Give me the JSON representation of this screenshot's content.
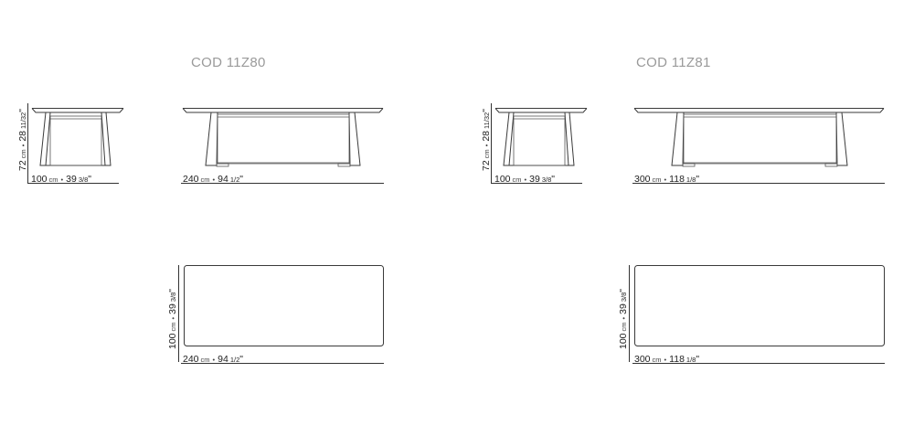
{
  "products": [
    {
      "code": "COD 11Z80",
      "side_height": {
        "value": "72",
        "unit": "cm",
        "sep": "•",
        "inch": "28",
        "frac": "11/32",
        "mark": "\""
      },
      "side_width": {
        "value": "100",
        "unit": "cm",
        "sep": "•",
        "inch": "39",
        "frac": "3/8",
        "mark": "\""
      },
      "front_width": {
        "value": "240",
        "unit": "cm",
        "sep": "•",
        "inch": "94",
        "frac": "1/2",
        "mark": "\""
      },
      "top_depth": {
        "value": "100",
        "unit": "cm",
        "sep": "•",
        "inch": "39",
        "frac": "3/8",
        "mark": "\""
      },
      "top_width": {
        "value": "240",
        "unit": "cm",
        "sep": "•",
        "inch": "94",
        "frac": "1/2",
        "mark": "\""
      }
    },
    {
      "code": "COD 11Z81",
      "side_height": {
        "value": "72",
        "unit": "cm",
        "sep": "•",
        "inch": "28",
        "frac": "11/32",
        "mark": "\""
      },
      "side_width": {
        "value": "100",
        "unit": "cm",
        "sep": "•",
        "inch": "39",
        "frac": "3/8",
        "mark": "\""
      },
      "front_width": {
        "value": "300",
        "unit": "cm",
        "sep": "•",
        "inch": "118",
        "frac": "1/8",
        "mark": "\""
      },
      "top_depth": {
        "value": "100",
        "unit": "cm",
        "sep": "•",
        "inch": "39",
        "frac": "3/8",
        "mark": "\""
      },
      "top_width": {
        "value": "300",
        "unit": "cm",
        "sep": "•",
        "inch": "118",
        "frac": "1/8",
        "mark": "\""
      }
    }
  ]
}
